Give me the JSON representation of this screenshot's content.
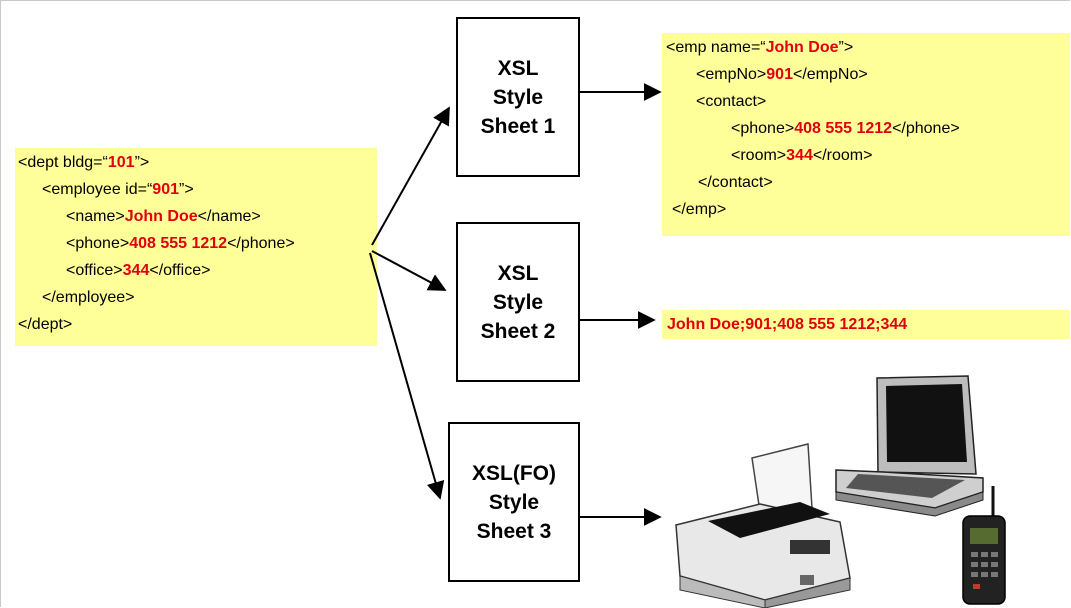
{
  "source_xml": {
    "lines": [
      {
        "pre": "<dept bldg=“",
        "val": "101",
        "post": "”>"
      },
      {
        "pre": "<employee id=“",
        "val": "901",
        "post": "”>"
      },
      {
        "pre": "<name>",
        "val": "John Doe",
        "post": "</name>"
      },
      {
        "pre": "<phone>",
        "val": "408 555 1212",
        "post": "</phone>"
      },
      {
        "pre": "<office>",
        "val": "344",
        "post": "</office>"
      },
      {
        "pre": "</employee>",
        "val": "",
        "post": ""
      },
      {
        "pre": "</dept>",
        "val": "",
        "post": ""
      }
    ]
  },
  "stylesheets": [
    {
      "lines": [
        "XSL",
        "Style",
        "Sheet 1"
      ]
    },
    {
      "lines": [
        "XSL",
        "Style",
        "Sheet 2"
      ]
    },
    {
      "lines": [
        "XSL(FO)",
        "Style",
        "Sheet 3"
      ]
    }
  ],
  "output1_xml": {
    "lines": [
      {
        "pre": "<emp name=“",
        "val": "John Doe",
        "post": "”>"
      },
      {
        "pre": "<empNo>",
        "val": "901",
        "post": "</empNo>"
      },
      {
        "pre": "<contact>",
        "val": "",
        "post": ""
      },
      {
        "pre": "<phone>",
        "val": "408 555 1212",
        "post": "</phone>"
      },
      {
        "pre": "<room>",
        "val": "344",
        "post": "</room>"
      },
      {
        "pre": "</contact>",
        "val": "",
        "post": ""
      },
      {
        "pre": "</emp>",
        "val": "",
        "post": ""
      }
    ]
  },
  "output2_text": "John Doe;901;408 555 1212;344",
  "output3_devices": [
    "printer-icon",
    "laptop-icon",
    "mobile-phone-icon"
  ],
  "colors": {
    "highlight": "#ffff99",
    "value_red": "#e0000f"
  }
}
